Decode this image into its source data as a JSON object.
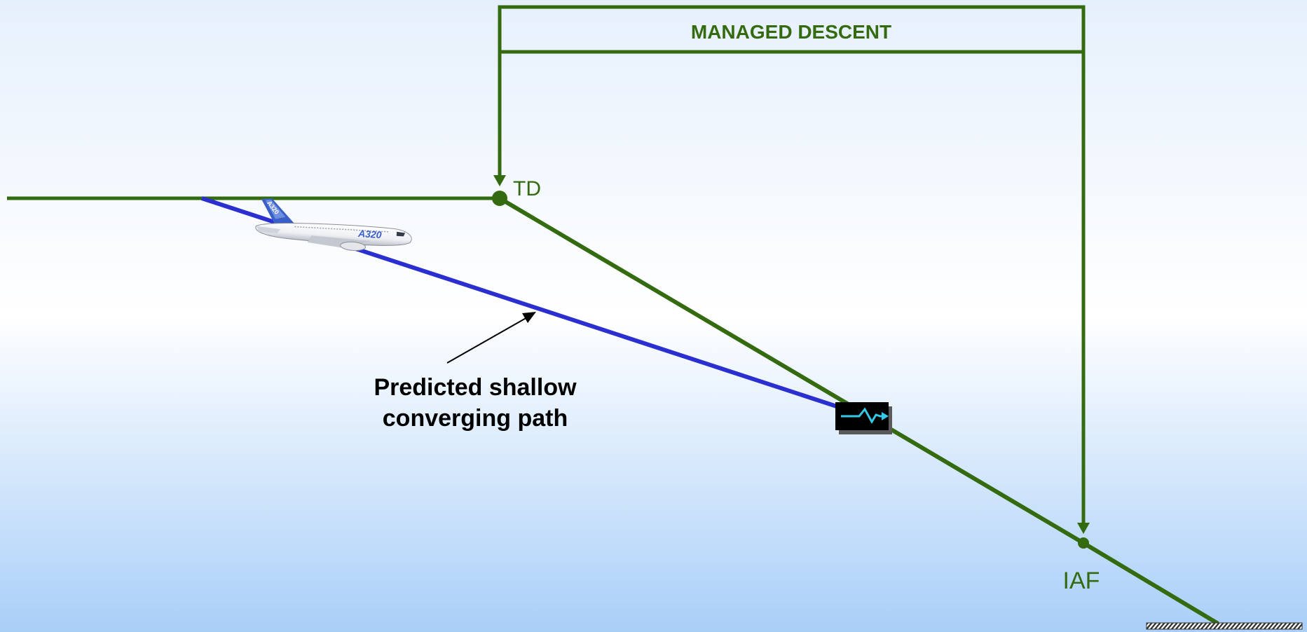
{
  "diagram": {
    "managed_descent_label": "MANAGED DESCENT",
    "td_label": "TD",
    "iaf_label": "IAF",
    "predicted_path_label_line1": "Predicted shallow",
    "predicted_path_label_line2": "converging path",
    "aircraft_label": "A320",
    "aircraft_tail_label": "A320"
  },
  "colors": {
    "sky_top": "#e6f0fc",
    "sky_mid": "#ffffff",
    "sky_bottom": "#a9cff8",
    "profile_green": "#356b10",
    "predicted_blue": "#2b2fcf",
    "annotation_black": "#000000",
    "fma_background": "#000000",
    "fma_symbol": "#36c8e8"
  },
  "icons": {
    "aircraft": "a320-aircraft-icon",
    "fma": "path-intercept-symbol-icon",
    "ground": "ground-hatch-icon"
  }
}
